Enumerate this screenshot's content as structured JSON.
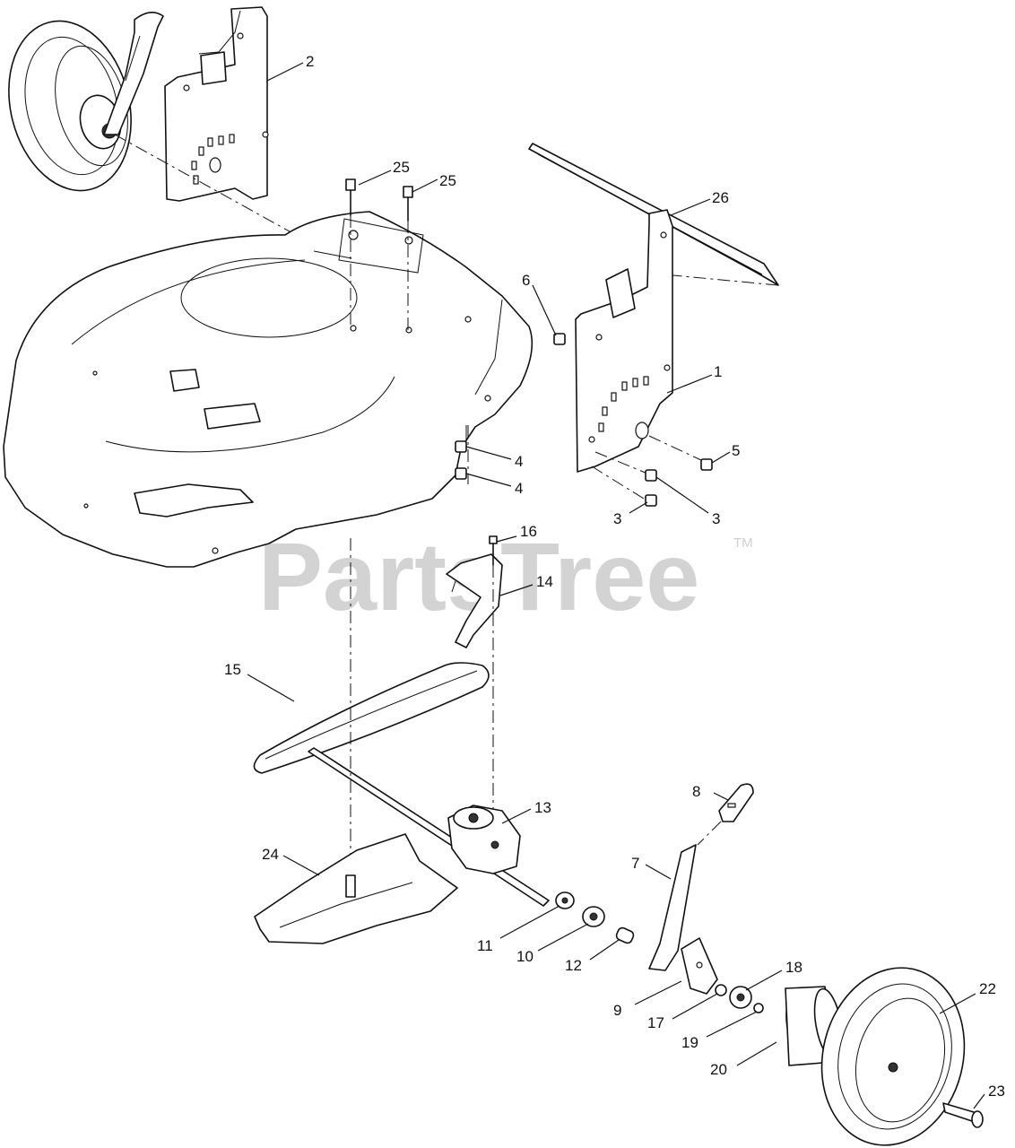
{
  "watermark": {
    "text": "PartsTree",
    "trademark": "TM"
  },
  "callouts": {
    "c1": "1",
    "c2": "2",
    "c3a": "3",
    "c3b": "3",
    "c4a": "4",
    "c4b": "4",
    "c5": "5",
    "c6": "6",
    "c7": "7",
    "c8": "8",
    "c9": "9",
    "c10": "10",
    "c11": "11",
    "c12": "12",
    "c13": "13",
    "c14": "14",
    "c15": "15",
    "c16": "16",
    "c17": "17",
    "c18": "18",
    "c19": "19",
    "c20": "20",
    "c22": "22",
    "c23": "23",
    "c24": "24",
    "c25a": "25",
    "c25b": "25",
    "c26": "26"
  }
}
